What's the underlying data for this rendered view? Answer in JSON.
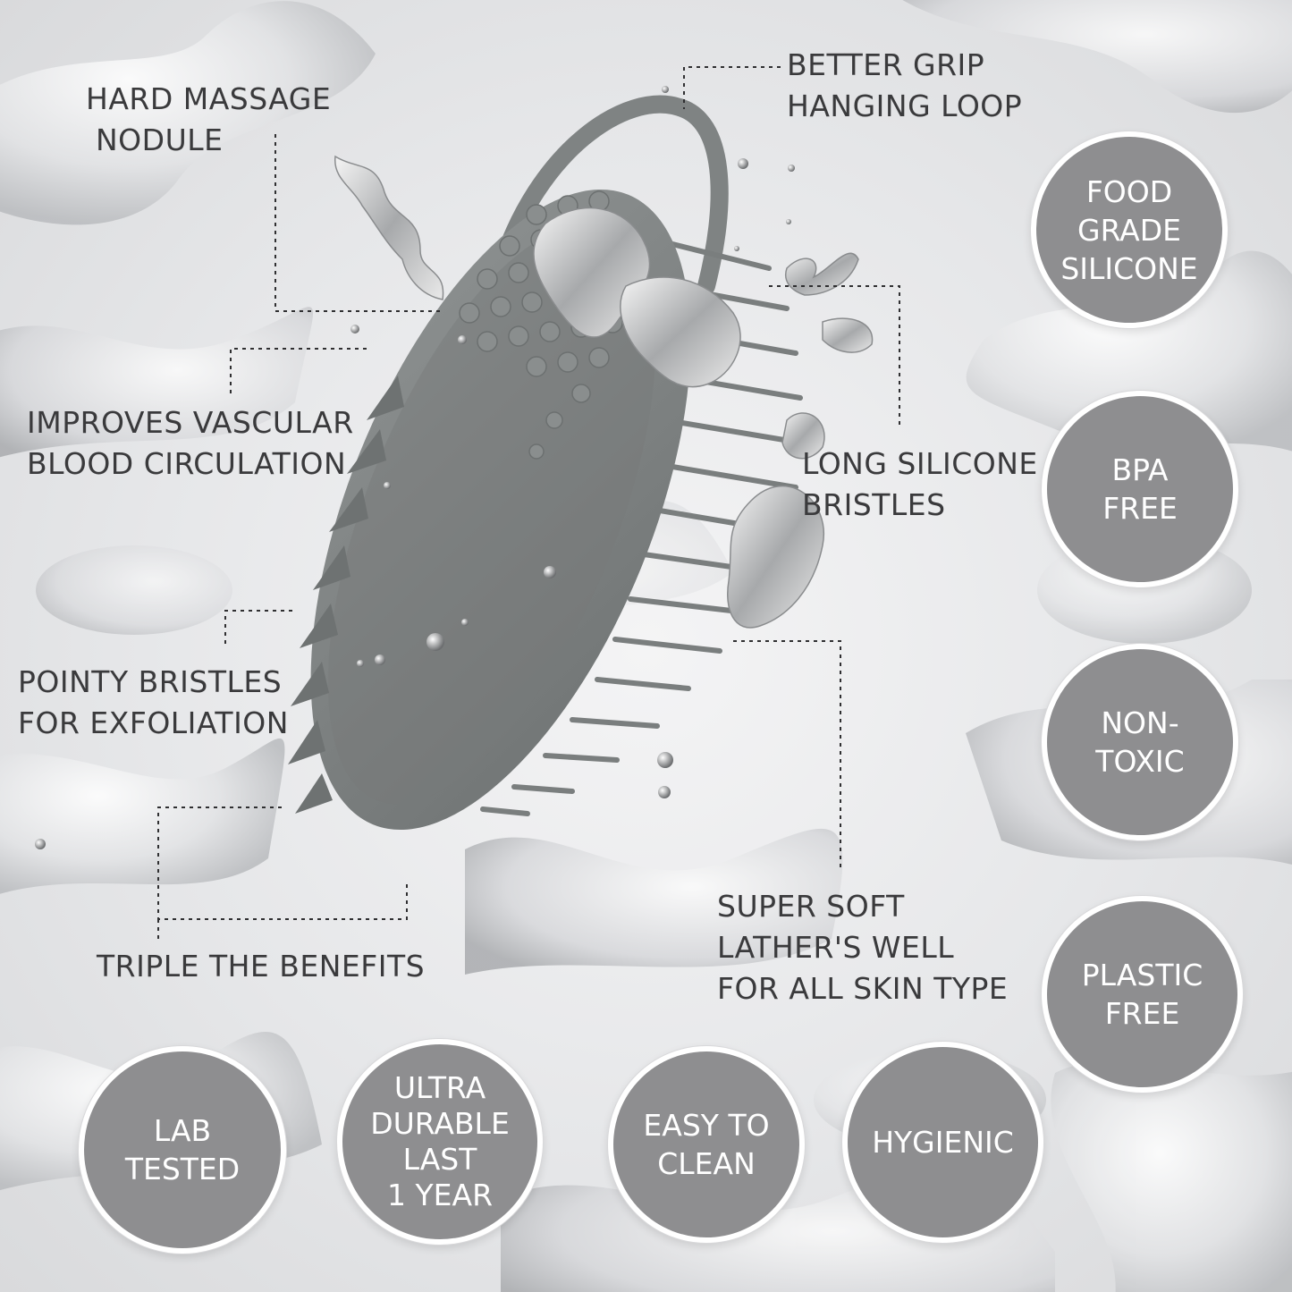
{
  "colors": {
    "badge_fill": "#8e8e90",
    "badge_ring": "#ffffff",
    "text_dark": "#3a3a3c",
    "product_gray": "#7d8181"
  },
  "callouts": {
    "hard_massage": [
      "HARD MASSAGE",
      "NODULE"
    ],
    "grip_loop": [
      "BETTER GRIP",
      "HANGING LOOP"
    ],
    "vascular": [
      "IMPROVES VASCULAR",
      "BLOOD CIRCULATION"
    ],
    "long_bristles": [
      "LONG SILICONE",
      "BRISTLES"
    ],
    "pointy": [
      "POINTY BRISTLES",
      "FOR EXFOLIATION"
    ],
    "triple": [
      "TRIPLE THE BENEFITS"
    ],
    "soft": [
      "SUPER SOFT",
      "LATHER'S WELL",
      "FOR ALL SKIN TYPE"
    ]
  },
  "badges": {
    "food_grade": [
      "FOOD",
      "GRADE",
      "SILICONE"
    ],
    "bpa_free": [
      "BPA",
      "FREE"
    ],
    "non_toxic": [
      "NON-",
      "TOXIC"
    ],
    "plastic_free": [
      "PLASTIC",
      "FREE"
    ],
    "lab_tested": [
      "LAB",
      "TESTED"
    ],
    "ultra_durable": [
      "ULTRA",
      "DURABLE",
      "LAST",
      "1 YEAR"
    ],
    "easy_clean": [
      "EASY TO",
      "CLEAN"
    ],
    "hygienic": [
      "HYGIENIC"
    ]
  }
}
